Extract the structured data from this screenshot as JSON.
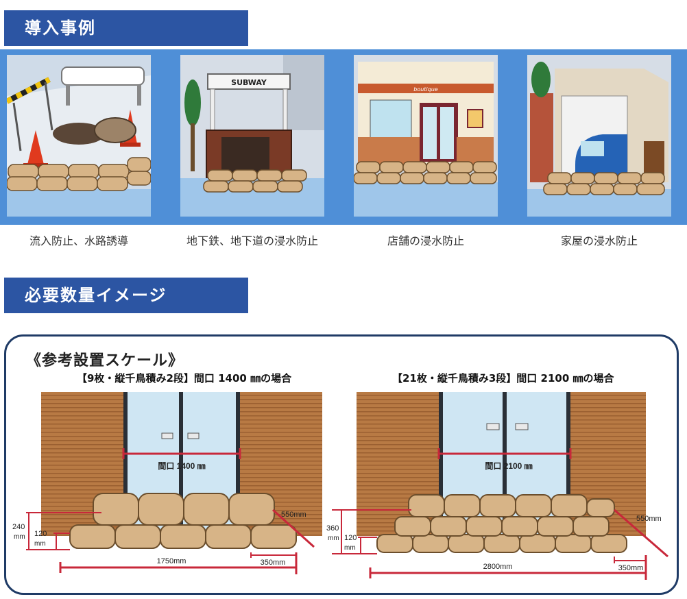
{
  "sections": {
    "examples_heading": "導入事例",
    "quantity_heading": "必要数量イメージ"
  },
  "examples": [
    {
      "caption": "流入防止、水路誘導"
    },
    {
      "caption": "地下鉄、地下道の浸水防止",
      "sign": "SUBWAY"
    },
    {
      "caption": "店舗の浸水防止",
      "sign": "boutique"
    },
    {
      "caption": "家屋の浸水防止"
    }
  ],
  "scale": {
    "title": "《参考設置スケール》",
    "left": {
      "heading": "【9枚・縦千鳥積み2段】間口 1400 ㎜の場合",
      "opening": "間口 1400 ㎜",
      "height_total": "240",
      "height_unit": "mm",
      "height_bag": "120",
      "height_bag_unit": "mm",
      "depth": "550mm",
      "width": "1750mm",
      "bag_width": "350mm"
    },
    "right": {
      "heading": "【21枚・縦千鳥積み3段】間口 2100 ㎜の場合",
      "opening": "間口 2100 ㎜",
      "height_total": "360",
      "height_unit": "mm",
      "height_bag": "120",
      "height_bag_unit": "mm",
      "depth": "550mm",
      "width": "2800mm",
      "bag_width": "350mm"
    }
  },
  "colors": {
    "heading_bg": "#2c55a3",
    "band": "#4f8fd7",
    "sandbag": "#d7b487",
    "sandbag_stroke": "#6b4e2c",
    "wood": "#b87a44",
    "dimension": "#c8283a",
    "frame": "#1f3b66"
  }
}
